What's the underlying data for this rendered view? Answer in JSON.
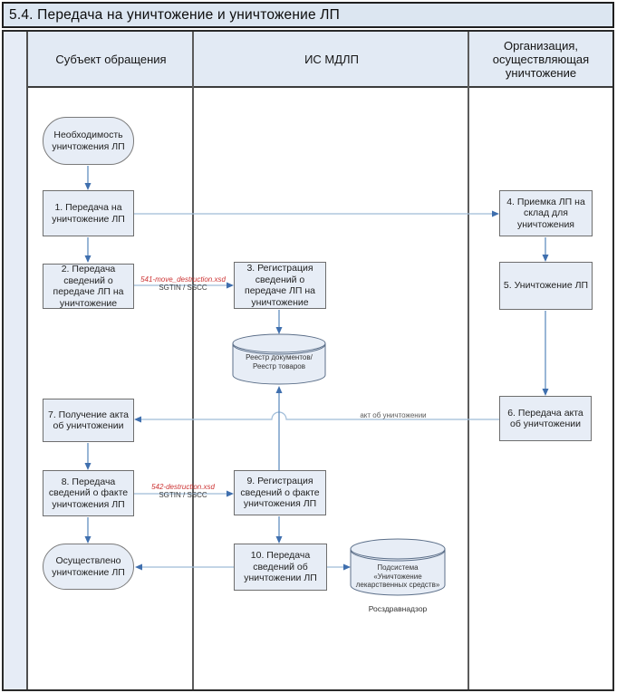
{
  "title": "5.4. Передача на уничтожение и уничтожение ЛП",
  "lanes": [
    {
      "label": "Субъект обращения"
    },
    {
      "label": "ИС МДЛП"
    },
    {
      "label": "Организация, осуществляющая уничтожение"
    }
  ],
  "nodes": {
    "start": "Необходимость уничтожения ЛП",
    "step1": "1. Передача на уничтожение ЛП",
    "step2": "2. Передача сведений о передаче ЛП на уничтожение",
    "step3": "3. Регистрация сведений о передаче ЛП на уничтожение",
    "step4": "4. Приемка ЛП на склад для уничтожения",
    "step5": "5. Уничтожение ЛП",
    "step6": "6. Передача акта об уничтожении",
    "step7": "7. Получение акта об уничтожении",
    "step8": "8. Передача сведений о факте уничтожения ЛП",
    "step9": "9. Регистрация сведений о факте уничтожения ЛП",
    "step10": "10. Передача сведений об уничтожении ЛП",
    "end": "Осуществлено уничтожение ЛП",
    "db_registry": "Реестр документов/Реестр товаров",
    "db_destruction": "Подсистема «Уничтожение лекарственных средств»"
  },
  "labels": {
    "xsd_541": "541-move_destruction.xsd",
    "xsd_542": "542-destruction.xsd",
    "sgtin_sscc": "SGTIN / SSCC",
    "destruction_act": "акт об уничтожении",
    "roszdravnadzor": "Росздравнадзор"
  },
  "colors": {
    "band_fill": "#dce6f1",
    "node_fill": "#e7edf6",
    "arrow_blue": "#4f81bd",
    "line_light": "#9fbcd8",
    "xsd_red": "#cc3232"
  }
}
